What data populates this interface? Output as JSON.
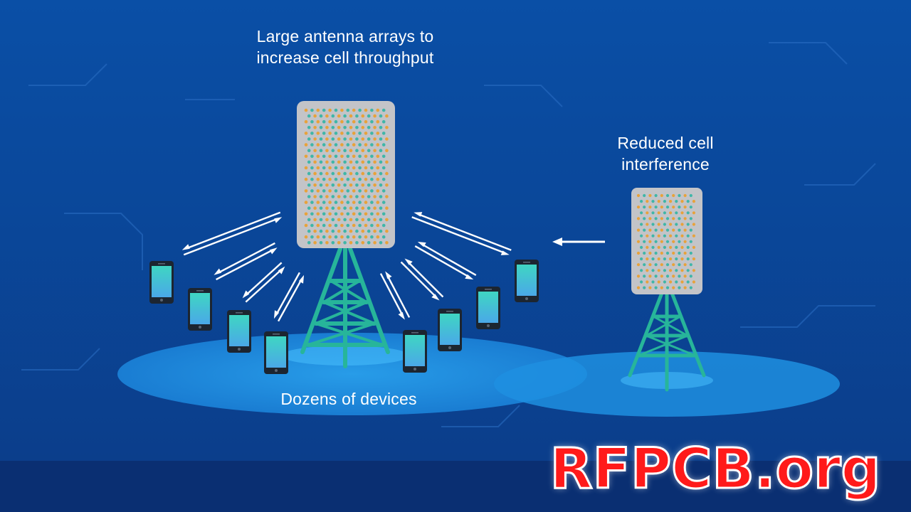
{
  "captions": {
    "antenna_line1": "Large antenna arrays to",
    "antenna_line2": "increase cell throughput",
    "interference_line1": "Reduced cell",
    "interference_line2": "interference",
    "devices": "Dozens of devices"
  },
  "watermark": "RFPCB.org",
  "colors": {
    "background_top": "#0a4fa6",
    "background_bottom": "#0b3c88",
    "footer_band": "#0a2f72",
    "tower": "#27b59a",
    "panel": "#c3c4c8",
    "element_orange": "#e8a23a",
    "element_teal": "#3fb6a8",
    "phone_screen_top": "#3fd6c2",
    "phone_screen_bottom": "#4aa8e8",
    "coverage": "#1f8fe0",
    "arrow": "#ffffff",
    "watermark": "#ff1a1a"
  },
  "icons": [
    "antenna-array-icon",
    "cell-tower-icon",
    "smartphone-icon",
    "double-arrow-icon",
    "arrow-left-icon"
  ]
}
